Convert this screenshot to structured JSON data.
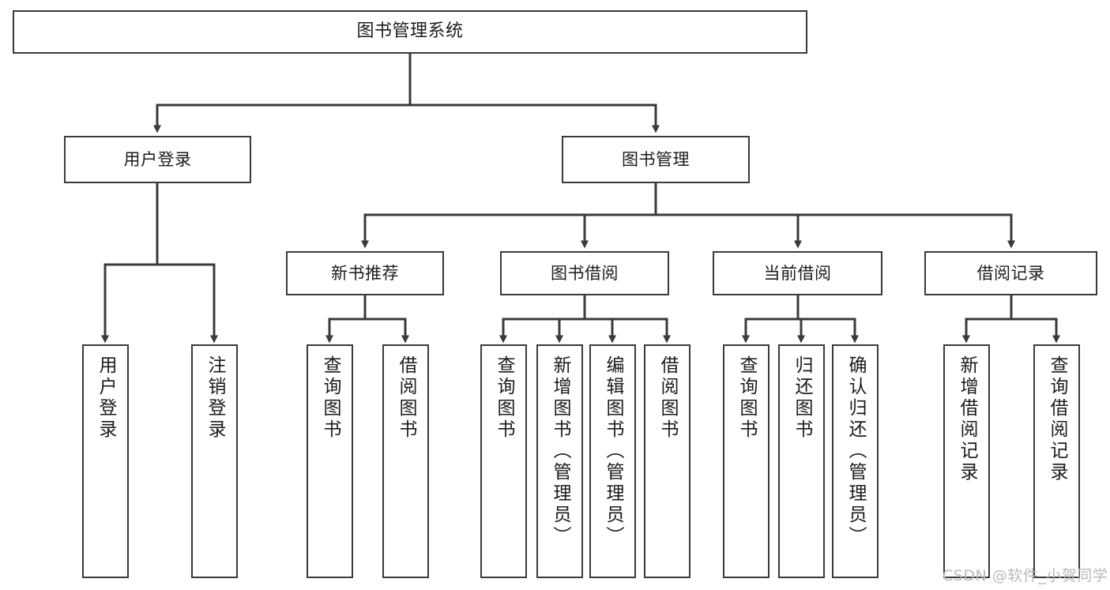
{
  "diagram": {
    "title": "图书管理系统",
    "watermark": "CSDN @软件_小贺同学",
    "colors": {
      "stroke": "#3a3a3a",
      "box_fill": "#ffffff",
      "text": "#1b1b1b",
      "background": "#ffffff",
      "watermark": "#b9b9b9"
    },
    "root": {
      "label": "图书管理系统"
    },
    "level1": [
      {
        "label": "用户登录"
      },
      {
        "label": "图书管理"
      }
    ],
    "level2": [
      {
        "label": "新书推荐"
      },
      {
        "label": "图书借阅"
      },
      {
        "label": "当前借阅"
      },
      {
        "label": "借阅记录"
      }
    ],
    "leaves": {
      "user_login": [
        {
          "label": "用户登录"
        },
        {
          "label": "注销登录"
        }
      ],
      "new_book_recommend": [
        {
          "label": "查询图书"
        },
        {
          "label": "借阅图书"
        }
      ],
      "book_borrow": [
        {
          "label": "查询图书"
        },
        {
          "label": "新增图书（管理员）"
        },
        {
          "label": "编辑图书（管理员）"
        },
        {
          "label": "借阅图书"
        }
      ],
      "current_borrow": [
        {
          "label": "查询图书"
        },
        {
          "label": "归还图书"
        },
        {
          "label": "确认归还（管理员）"
        }
      ],
      "borrow_record": [
        {
          "label": "新增借阅记录"
        },
        {
          "label": "查询借阅记录"
        }
      ]
    }
  }
}
